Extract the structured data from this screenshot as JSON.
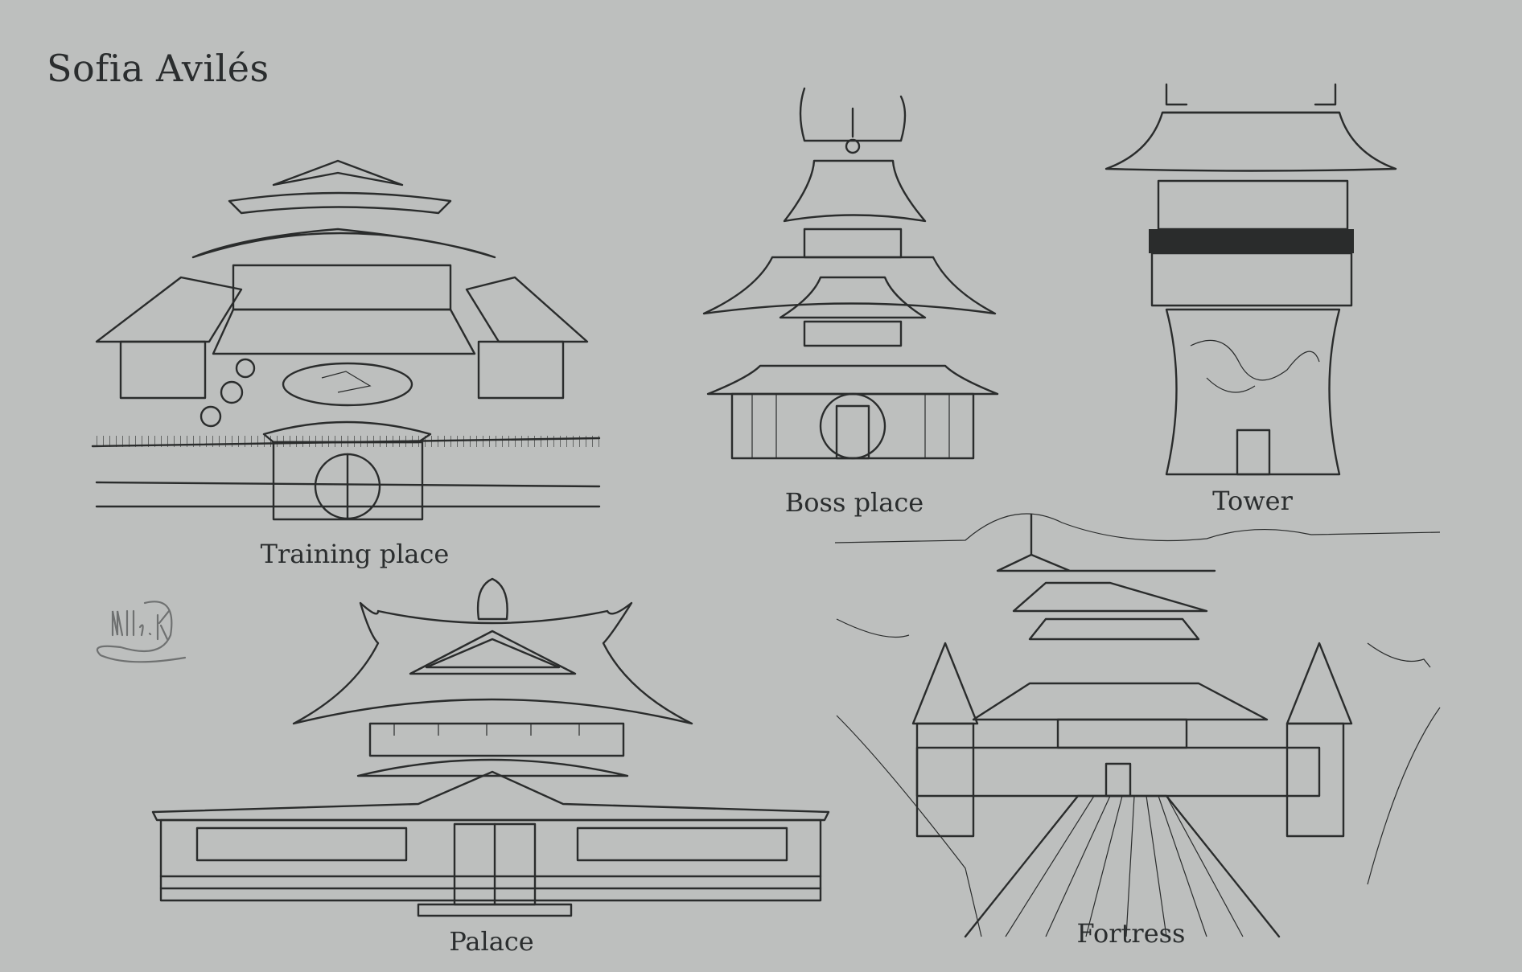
{
  "artist_name": "Sofia Avilés",
  "signature": "Mlle.K",
  "background_color": "#bdbfbe",
  "ink_color": "#2a2c2c",
  "sketches": [
    {
      "label": "Training place"
    },
    {
      "label": "Boss place"
    },
    {
      "label": "Tower"
    },
    {
      "label": "Palace"
    },
    {
      "label": "Fortress"
    }
  ]
}
